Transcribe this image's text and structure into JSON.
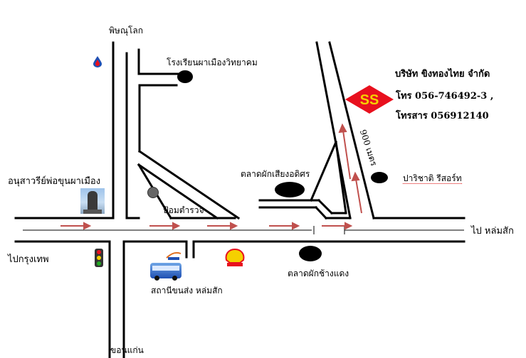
{
  "labels": {
    "phitsanulok": "พิษณุโลก",
    "school": "โรงเรียนผาเมืองวิทยาคม",
    "monument": "อนุสาวรีย์พ่อขุนผาเมือง",
    "bangkok": "ไปกรุงเทพ",
    "police": "ป้อมตำรวจ",
    "bus_terminal": "สถานีขนส่ง หล่มสัก",
    "khon_kaen": "ขอนแก่น",
    "market_siang": "ตลาดผักเสียงอดิศร",
    "market_chang": "ตลาดผักช้างแดง",
    "resort": "ปาริชาติ รีสอร์ท",
    "lomsak": "ไป หล่มสัก",
    "distance": "900 เมตร"
  },
  "company": {
    "name": "บริษัท ขิงทองไทย จำกัด",
    "phone": "โทร 056-746492-3  ,",
    "fax": "โทรสาร 056912140",
    "logo_text": "SS",
    "logo_bg": "#e8101e",
    "logo_fg": "#f5d000"
  },
  "icons": {
    "statue": "monument-statue-icon",
    "traffic": "traffic-light-icon",
    "bus": "bus-icon",
    "shell": "shell-station-icon",
    "police": "police-box-icon",
    "fuel": "ptt-station-icon"
  },
  "colors": {
    "road": "#000000",
    "arrow": "#c0504d"
  }
}
